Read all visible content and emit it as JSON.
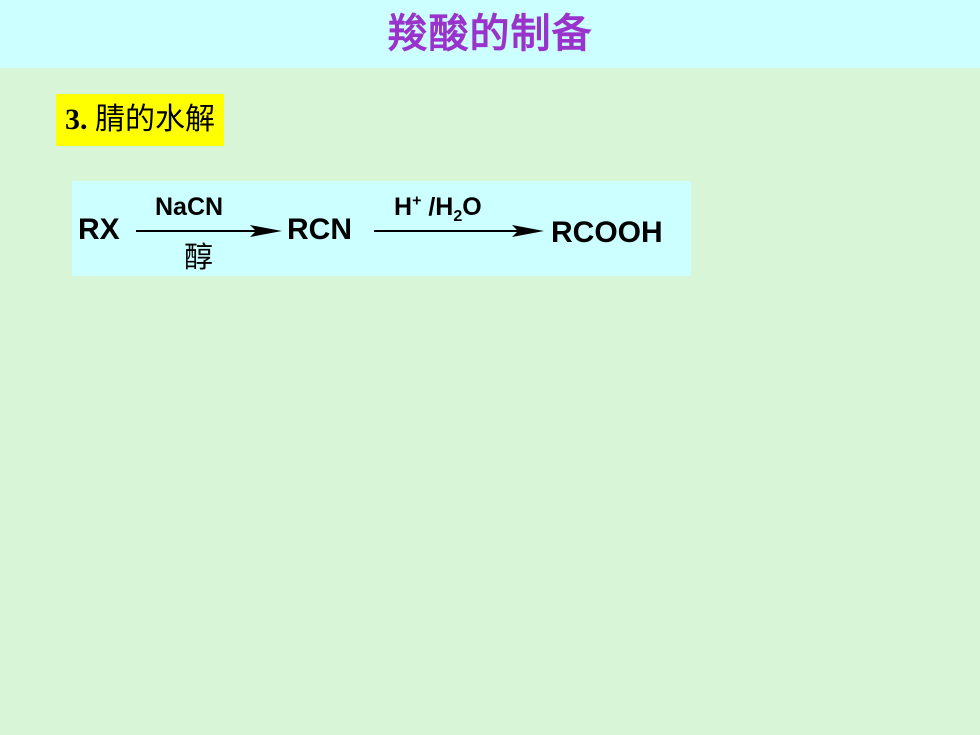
{
  "title": "羧酸的制备",
  "section": {
    "number": "3.",
    "label": "腈的水解"
  },
  "reaction": {
    "reactant": "RX",
    "step1": {
      "reagent_above": "NaCN",
      "condition_below": "醇"
    },
    "intermediate": "RCN",
    "step2": {
      "reagent_h": "H",
      "reagent_h_sup": "+",
      "reagent_slash": " /H",
      "reagent_sub": "2",
      "reagent_o": "O"
    },
    "product": "RCOOH"
  },
  "colors": {
    "background": "#d8f5d8",
    "title_bar": "#ccffff",
    "title_text": "#9933cc",
    "heading_highlight": "#ffff00",
    "reaction_box": "#ccffff"
  }
}
